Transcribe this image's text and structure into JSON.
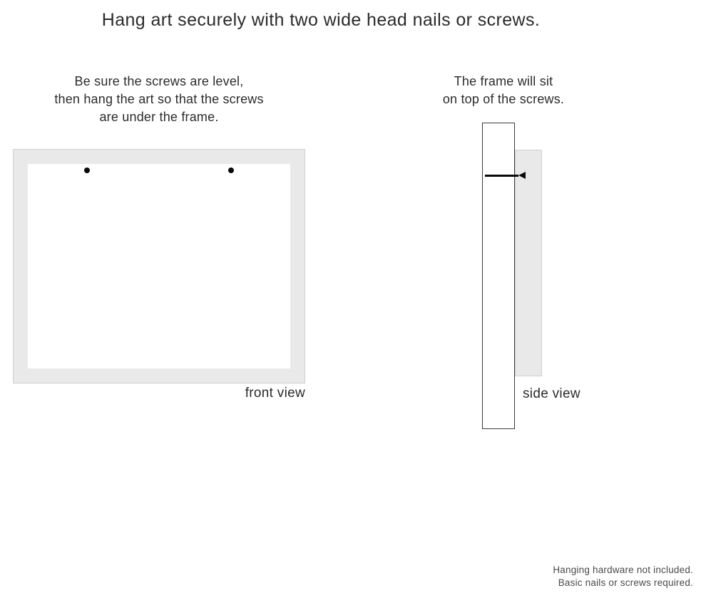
{
  "title": "Hang art securely with two wide head nails or screws.",
  "front_view": {
    "instruction_lines": [
      "Be sure the screws are level,",
      "then hang the art so that the screws",
      "are under the frame."
    ],
    "label": "front view"
  },
  "side_view": {
    "instruction_lines": [
      "The frame will sit",
      "on top of the screws."
    ],
    "label": "side view"
  },
  "footnote": {
    "line1": "Hanging hardware not included.",
    "line2": "Basic nails or screws required."
  },
  "colors": {
    "text": "#2b2b2b",
    "frame_fill": "#e9e9e9",
    "frame_border": "#cfcfcf",
    "wall_border": "#3a3a3a",
    "nail": "#0a0a0a",
    "footnote_text": "#4a4a4a"
  }
}
